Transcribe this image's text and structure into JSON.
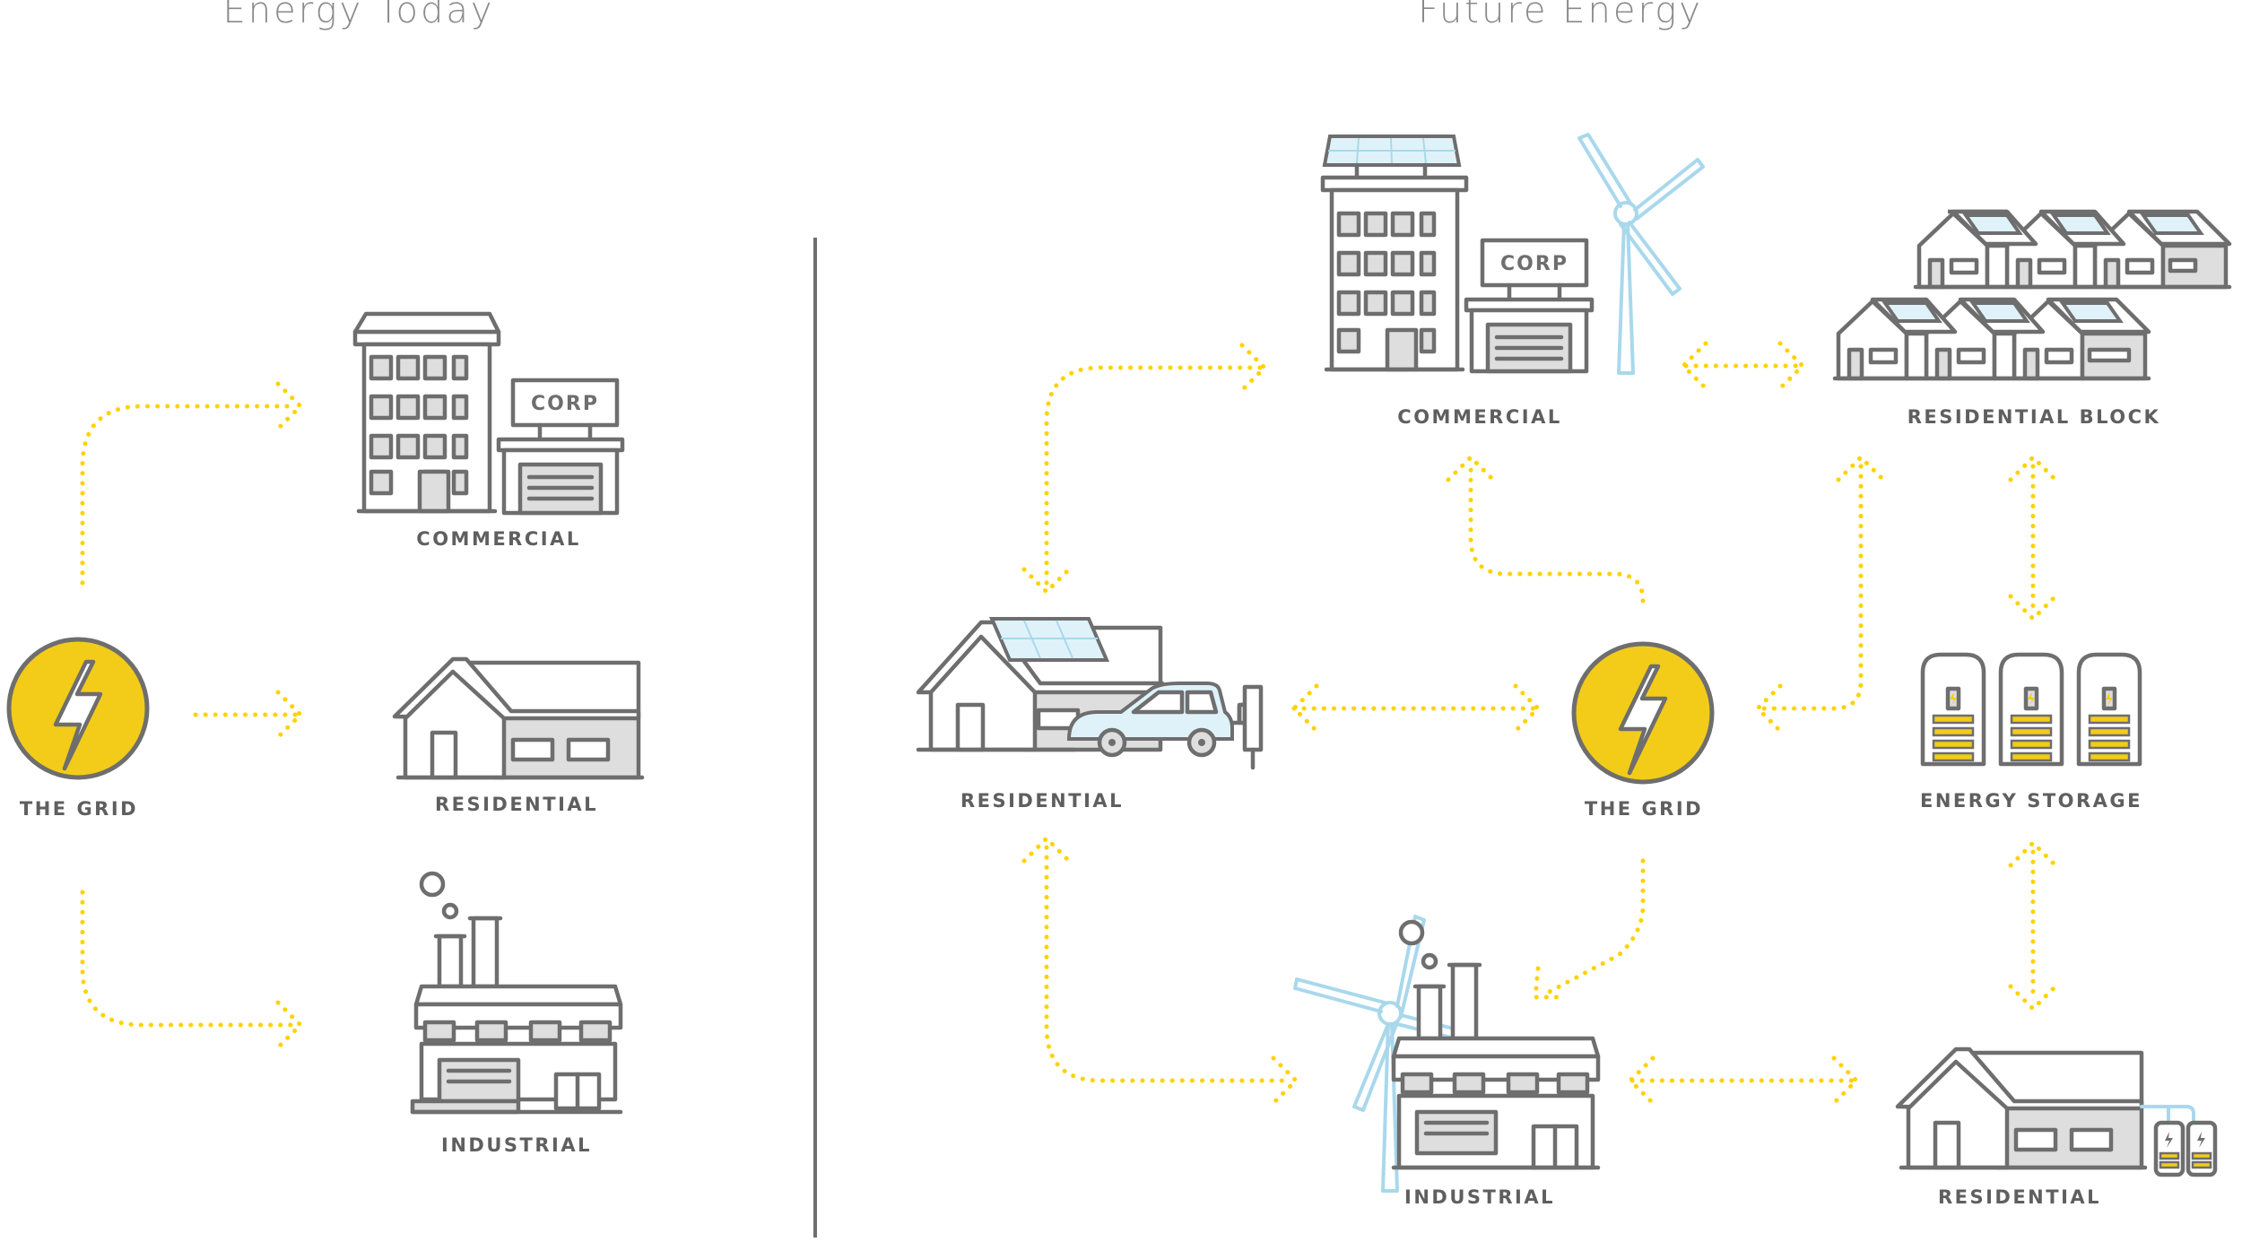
{
  "headings": {
    "today": "Energy Today",
    "future": "Future Energy"
  },
  "today": {
    "grid": "THE GRID",
    "commercial": "COMMERCIAL",
    "residential": "RESIDENTIAL",
    "industrial": "INDUSTRIAL"
  },
  "future": {
    "commercial": "COMMERCIAL",
    "residential_block": "RESIDENTIAL BLOCK",
    "residential_ev": "RESIDENTIAL",
    "grid": "THE GRID",
    "energy_storage": "ENERGY STORAGE",
    "industrial": "INDUSTRIAL",
    "residential_battery": "RESIDENTIAL"
  },
  "signs": {
    "corp": "CORP"
  },
  "colors": {
    "flow": "#ffd200",
    "grid_fill": "#f3cc19",
    "outline": "#6e6e6e",
    "renewable": "#a9d8ec",
    "solar_fill": "#dff2fa",
    "heading": "#8a8a8a",
    "label": "#5f5f5f"
  },
  "icons": [
    "lightning-bolt-icon",
    "office-building-icon",
    "house-icon",
    "factory-icon",
    "wind-turbine-icon",
    "solar-panel-icon",
    "electric-car-icon",
    "ev-charger-icon",
    "battery-icon"
  ]
}
